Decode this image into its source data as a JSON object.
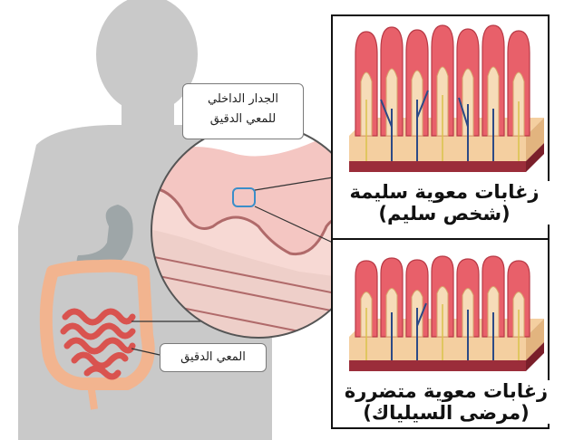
{
  "labels": {
    "inner_wall_line1": "الجدار الداخلي",
    "inner_wall_line2": "للمعي الدقيق",
    "small_intestine": "المعي الدقيق"
  },
  "panels": {
    "healthy": {
      "title": "زغابات معوية سليمة",
      "subtitle": "(شخص سليم)"
    },
    "damaged": {
      "title": "زغابات معوية متضررة",
      "subtitle": "(مرضى السيلياك)"
    }
  },
  "colors": {
    "body_silhouette": "#c9c9c9",
    "intestine": "#d9534f",
    "colon": "#f2b48f",
    "stomach": "#9ea6a8",
    "villi": "#e8606a",
    "tissue": "#f4cfa0",
    "muscle": "#9b2d3a",
    "vessel_blue": "#2c4a86",
    "vessel_yellow": "#d9c24a"
  }
}
